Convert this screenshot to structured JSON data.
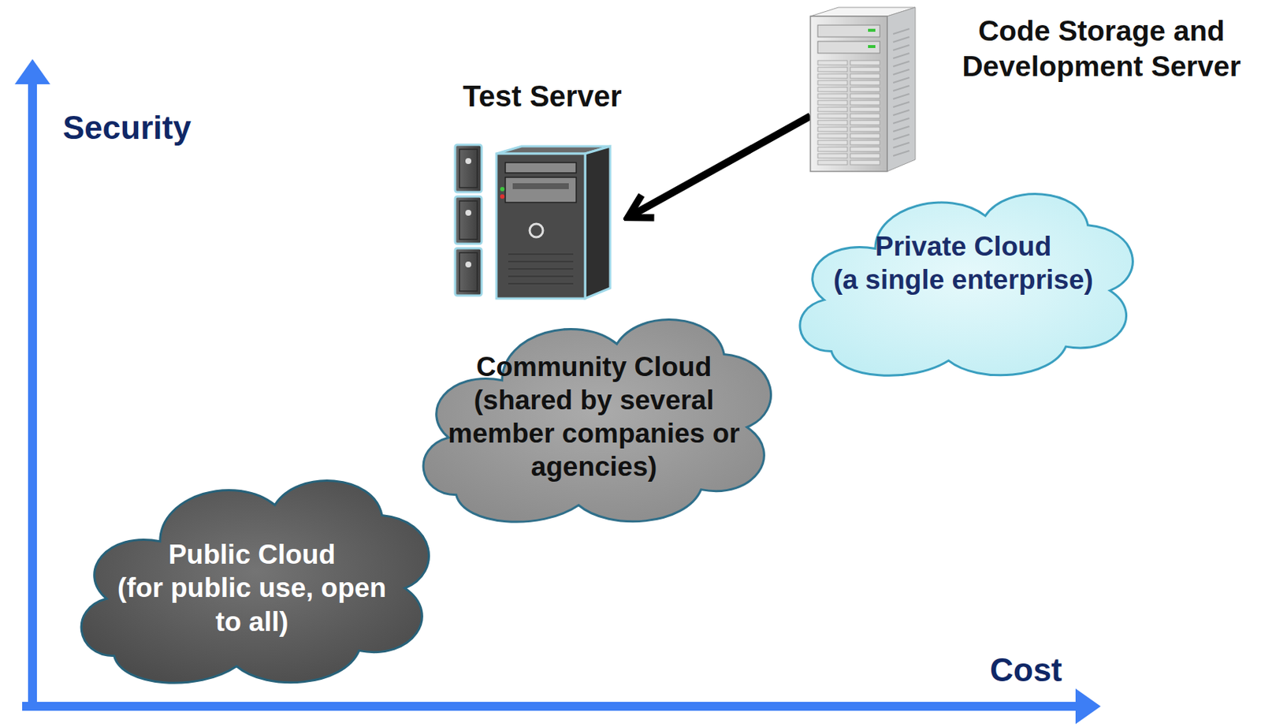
{
  "diagram": {
    "nodes": [
      {
        "text": [
          "Code Storage and Development Server"
        ]
      },
      {
        "text": [
          "Test Server"
        ]
      },
      {
        "text": [
          "Private Cloud",
          "(a single enterprise)"
        ]
      },
      {
        "text": [
          "Community Cloud",
          "(shared by several member companies or agencies)"
        ]
      },
      {
        "text": [
          "Public Cloud",
          "(for public use, open to all)"
        ]
      }
    ],
    "edges": [
      {
        "from": 0,
        "to": 1,
        "arrow": "to"
      }
    ],
    "labels": [
      "Security",
      "Cost"
    ]
  }
}
